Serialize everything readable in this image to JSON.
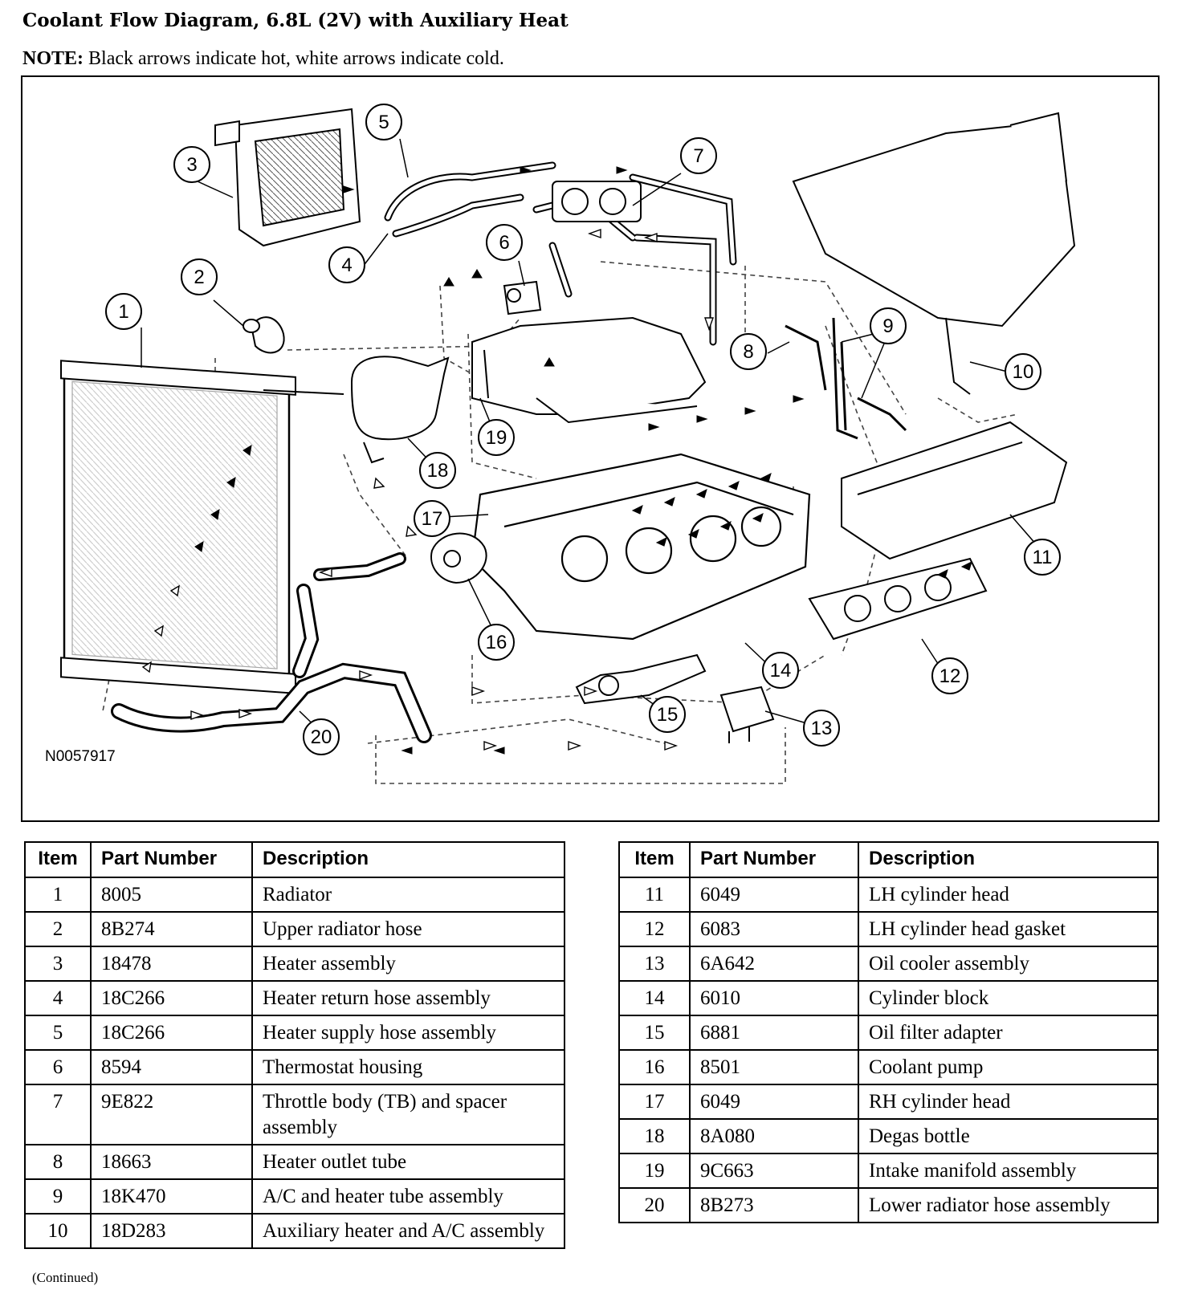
{
  "title": "Coolant Flow Diagram, 6.8L (2V) with Auxiliary Heat",
  "note": {
    "label": "NOTE:",
    "text": "Black arrows indicate hot, white arrows indicate cold."
  },
  "diagram": {
    "code": "N0057917",
    "callouts": [
      "1",
      "2",
      "3",
      "4",
      "5",
      "6",
      "7",
      "8",
      "9",
      "10",
      "11",
      "12",
      "13",
      "14",
      "15",
      "16",
      "17",
      "18",
      "19",
      "20"
    ]
  },
  "table_headers": {
    "item": "Item",
    "part_number": "Part Number",
    "description": "Description"
  },
  "parts_left": [
    {
      "item": "1",
      "part": "8005",
      "desc": "Radiator"
    },
    {
      "item": "2",
      "part": "8B274",
      "desc": "Upper radiator hose"
    },
    {
      "item": "3",
      "part": "18478",
      "desc": "Heater assembly"
    },
    {
      "item": "4",
      "part": "18C266",
      "desc": "Heater return hose assembly"
    },
    {
      "item": "5",
      "part": "18C266",
      "desc": "Heater supply hose assembly"
    },
    {
      "item": "6",
      "part": "8594",
      "desc": "Thermostat housing"
    },
    {
      "item": "7",
      "part": "9E822",
      "desc": "Throttle body (TB) and spacer assembly"
    },
    {
      "item": "8",
      "part": "18663",
      "desc": "Heater outlet tube"
    },
    {
      "item": "9",
      "part": "18K470",
      "desc": "A/C and heater tube assembly"
    },
    {
      "item": "10",
      "part": "18D283",
      "desc": "Auxiliary heater and A/C assembly"
    }
  ],
  "parts_right": [
    {
      "item": "11",
      "part": "6049",
      "desc": "LH cylinder head"
    },
    {
      "item": "12",
      "part": "6083",
      "desc": "LH cylinder head gasket"
    },
    {
      "item": "13",
      "part": "6A642",
      "desc": "Oil cooler assembly"
    },
    {
      "item": "14",
      "part": "6010",
      "desc": "Cylinder block"
    },
    {
      "item": "15",
      "part": "6881",
      "desc": "Oil filter adapter"
    },
    {
      "item": "16",
      "part": "8501",
      "desc": "Coolant pump"
    },
    {
      "item": "17",
      "part": "6049",
      "desc": "RH cylinder head"
    },
    {
      "item": "18",
      "part": "8A080",
      "desc": "Degas bottle"
    },
    {
      "item": "19",
      "part": "9C663",
      "desc": "Intake manifold assembly"
    },
    {
      "item": "20",
      "part": "8B273",
      "desc": "Lower radiator hose assembly"
    }
  ],
  "continued": "(Continued)"
}
